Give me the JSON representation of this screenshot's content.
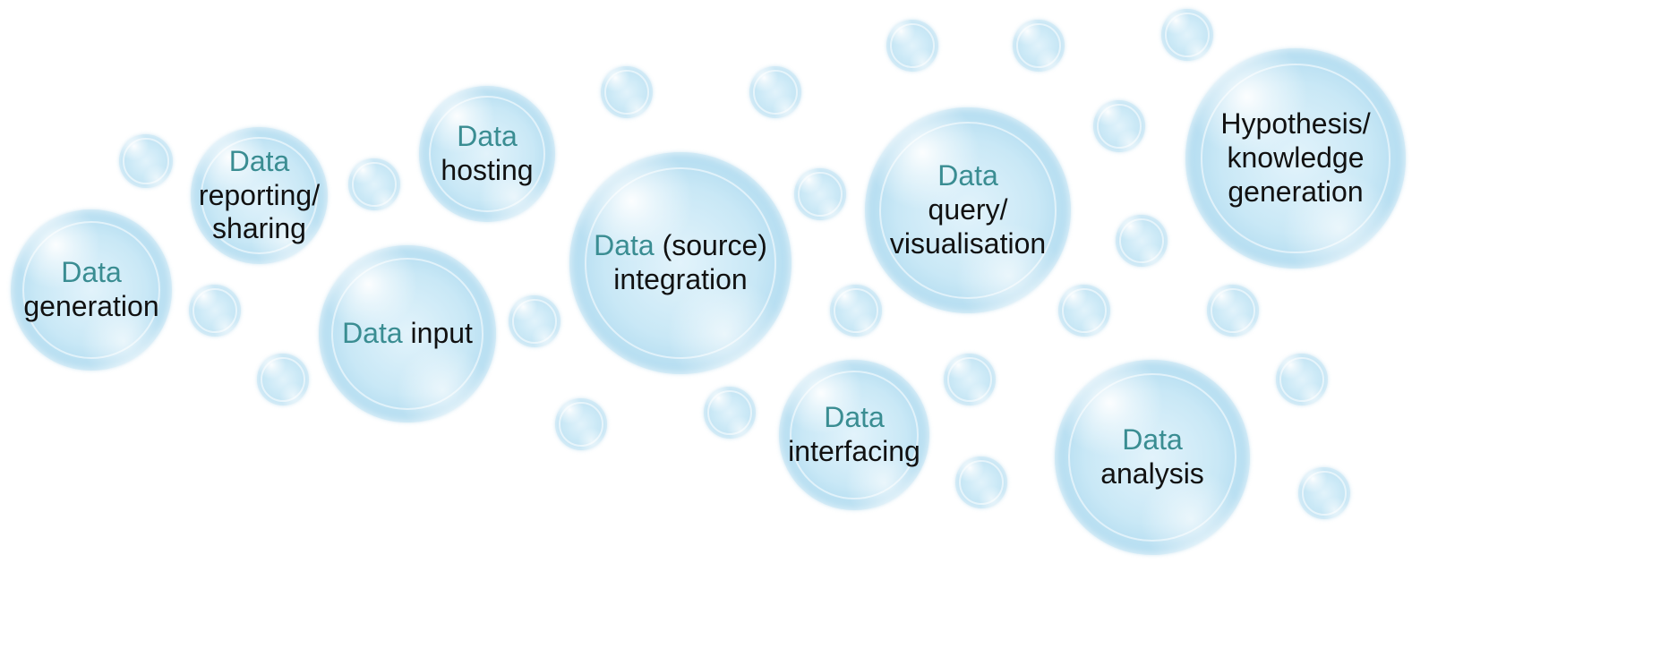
{
  "colors": {
    "highlight": "#3a8d92",
    "text": "#111111",
    "bubble": "#c9e8f6"
  },
  "bubbles": {
    "generation": {
      "line1": "Data",
      "line2": "generation"
    },
    "reporting": {
      "line1": "Data",
      "line2": "reporting/",
      "line3": "sharing"
    },
    "hosting": {
      "line1": "Data",
      "line2": "hosting"
    },
    "input": {
      "word1": "Data",
      "word2": " input"
    },
    "integration": {
      "word1": "Data",
      "word2": " (source)",
      "line2": "integration"
    },
    "query": {
      "line1": "Data",
      "line2": "query/",
      "line3": "visualisation"
    },
    "interfacing": {
      "line1": "Data",
      "line2": "interfacing"
    },
    "hypothesis": {
      "line1": "Hypothesis/",
      "line2": "knowledge",
      "line3": "generation"
    },
    "analysis": {
      "line1": "Data",
      "line2": "analysis"
    }
  }
}
